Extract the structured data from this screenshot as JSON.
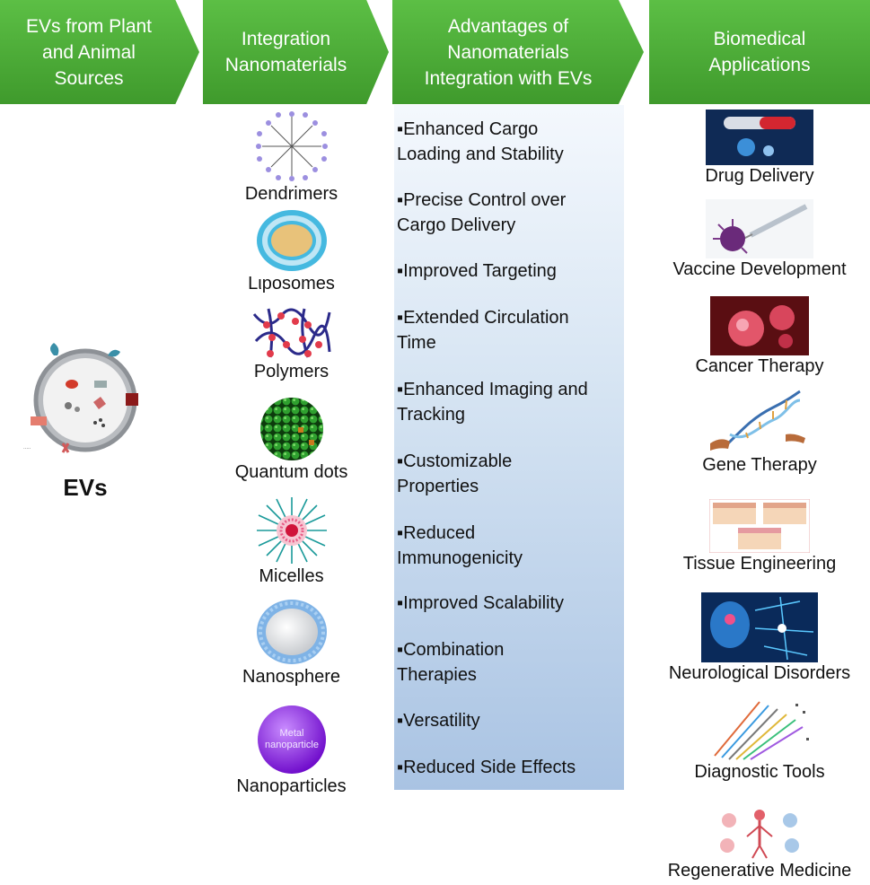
{
  "headers": [
    "EVs from Plant\nand Animal\nSources",
    "Integration\nNanomaterials",
    "Advantages of\nNanomaterials\nIntegration with EVs",
    "Biomedical\nApplications"
  ],
  "ev": {
    "label": "EVs",
    "icon": "extracellular-vesicle-illustration"
  },
  "nanomaterials": [
    {
      "label": "Dendrimers",
      "icon": "dendrimer-icon"
    },
    {
      "label": "Lιposomes",
      "icon": "liposome-icon"
    },
    {
      "label": "Polymers",
      "icon": "polymer-icon"
    },
    {
      "label": "Quantum dots",
      "icon": "quantum-dot-icon"
    },
    {
      "label": "Micelles",
      "icon": "micelle-icon"
    },
    {
      "label": "Nanosphere",
      "icon": "nanosphere-icon"
    },
    {
      "label": "Nanoparticles",
      "icon": "nanoparticle-icon",
      "inner_text": "Metal\nnanoparticle"
    }
  ],
  "advantages": [
    "▪Enhanced Cargo\nLoading and Stability",
    "▪Precise Control over\nCargo Delivery",
    "▪Improved Targeting",
    "▪Extended Circulation\nTime",
    "▪Enhanced Imaging and\nTracking",
    "▪Customizable\nProperties",
    "▪Reduced\nImmunogenicity",
    "▪Improved Scalability",
    "▪Combination\nTherapies",
    "▪Versatility",
    "▪Reduced Side Effects"
  ],
  "applications": [
    {
      "label": "Drug Delivery",
      "icon": "drug-delivery-image"
    },
    {
      "label": "Vaccine Development",
      "icon": "vaccine-image"
    },
    {
      "label": "Cancer Therapy",
      "icon": "cancer-cell-image"
    },
    {
      "label": "Gene Therapy",
      "icon": "dna-image"
    },
    {
      "label": "Tissue Engineering",
      "icon": "tissue-image"
    },
    {
      "label": "Neurological Disorders",
      "icon": "neuron-image"
    },
    {
      "label": "Diagnostic Tools",
      "icon": "diagnostic-image"
    },
    {
      "label": "Regenerative Medicine",
      "icon": "regenerative-image"
    }
  ],
  "colors": {
    "header_green": "#4caf38",
    "panel_blue": "#a9c3e3"
  }
}
